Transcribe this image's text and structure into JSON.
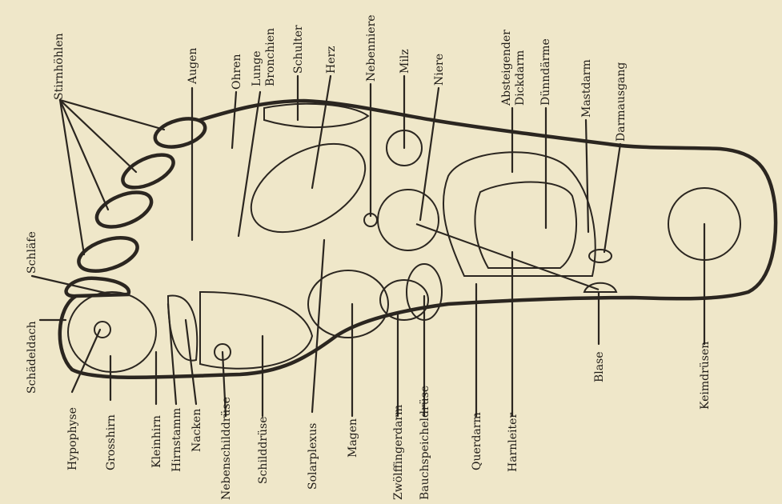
{
  "labels": {
    "stirnhoehlen": "Stirnhöhlen",
    "augen": "Augen",
    "ohren": "Ohren",
    "lunge": "Lunge",
    "bronchien": "Bronchien",
    "schulter": "Schulter",
    "herz": "Herz",
    "nebenniere": "Nebenniere",
    "milz": "Milz",
    "niere": "Niere",
    "absteigender": "Absteigender",
    "dickdarm": "Dickdarm",
    "duenndaerme": "Dünndärme",
    "mastdarm": "Mastdarm",
    "darmausgang": "Darmausgang",
    "schlaefe": "Schläfe",
    "schaedeldach": "Schädeldach",
    "hypophyse": "Hypophyse",
    "grosshirn": "Grosshirn",
    "kleinhirn": "Kleinhirn",
    "hirnstamm": "Hirnstamm",
    "nacken": "Nacken",
    "nebenschilddruese": "Nebenschilddrüse",
    "schilddruese": "Schilddrüse",
    "solarplexus": "Solarplexus",
    "magen": "Magen",
    "zwoelffingerdarm": "Zwölffingerdarm",
    "bauchspeicheldruese": "Bauchspeicheldrüse",
    "querdarm": "Querdarm",
    "harnleiter": "Harnleiter",
    "blase": "Blase",
    "keimdruesen": "Keimdrüsen"
  },
  "colors": {
    "paper": "#efe7c9",
    "ink": "#2b2620"
  }
}
